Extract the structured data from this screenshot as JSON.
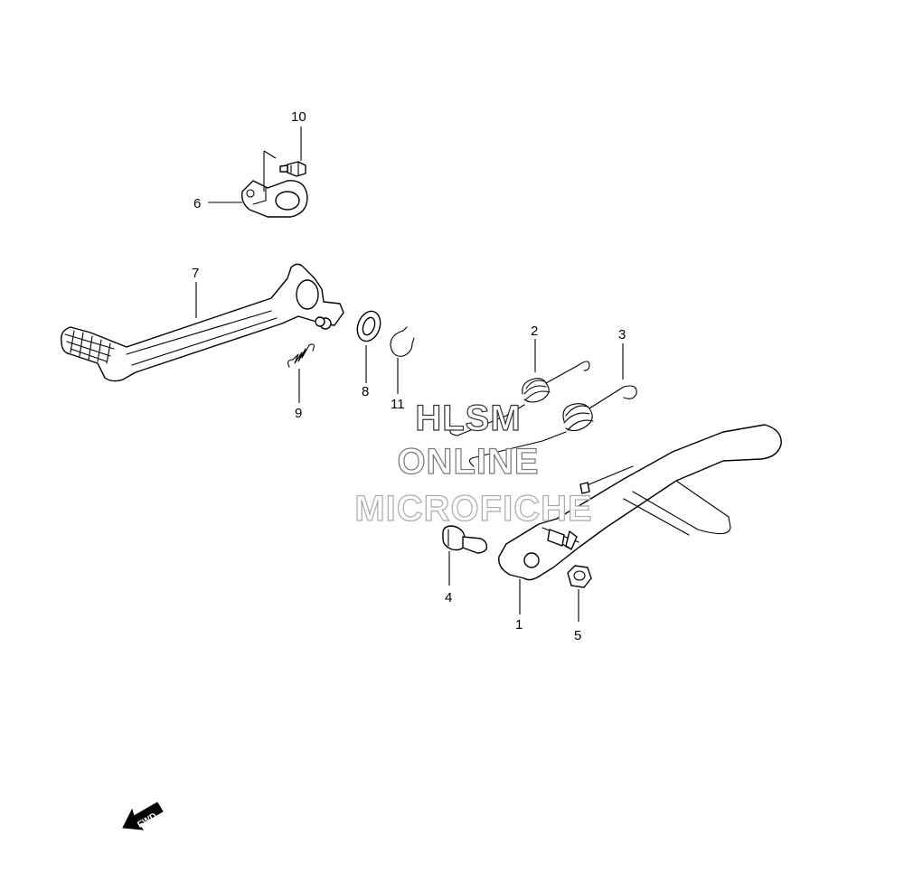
{
  "callouts": [
    {
      "id": "1",
      "label": "1"
    },
    {
      "id": "2",
      "label": "2"
    },
    {
      "id": "3",
      "label": "3"
    },
    {
      "id": "4",
      "label": "4"
    },
    {
      "id": "5",
      "label": "5"
    },
    {
      "id": "6",
      "label": "6"
    },
    {
      "id": "7",
      "label": "7"
    },
    {
      "id": "8",
      "label": "8"
    },
    {
      "id": "9",
      "label": "9"
    },
    {
      "id": "10",
      "label": "10"
    },
    {
      "id": "11",
      "label": "11"
    }
  ],
  "watermark": {
    "line1": "HLSM",
    "line2": "ONLINE",
    "line3": "MICROFICHE"
  },
  "direction_badge": {
    "label": "FWD",
    "icon": "forward-arrow-icon"
  },
  "colors": {
    "line": "#000000",
    "background": "#ffffff",
    "watermark_dark": "#333333",
    "watermark_light": "#aaaaaa"
  }
}
